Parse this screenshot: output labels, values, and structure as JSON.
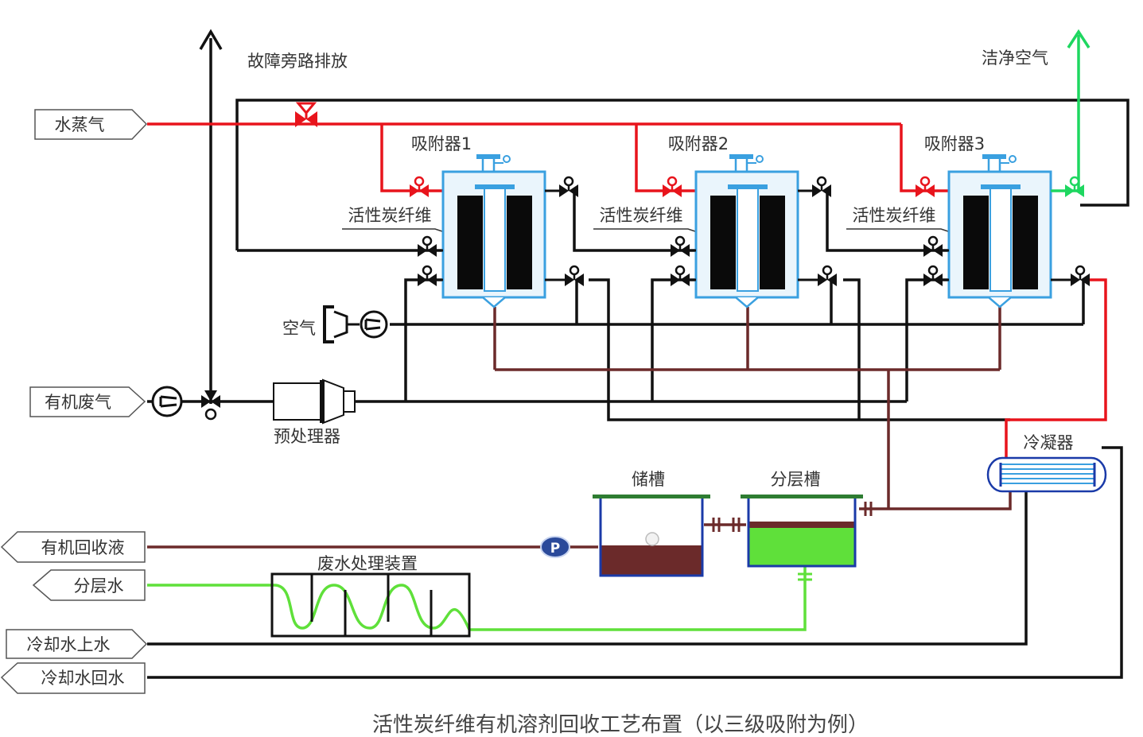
{
  "caption": "活性炭纤维有机溶剂回收工艺布置（以三级吸附为例）",
  "labels": {
    "bypass": "故障旁路排放",
    "clean_air": "洁净空气",
    "adsorber1": "吸附器1",
    "adsorber2": "吸附器2",
    "adsorber3": "吸附器3",
    "acf": "活性炭纤维",
    "air": "空气",
    "pretreater": "预处理器",
    "condenser": "冷凝器",
    "storage_tank": "储槽",
    "separator_tank": "分层槽",
    "wastewater_unit": "废水处理装置"
  },
  "inlets": {
    "steam": "水蒸气",
    "organic_gas": "有机废气",
    "cooling_supply": "冷却水上水"
  },
  "outlets": {
    "organic_liquid": "有机回收液",
    "layer_water": "分层水",
    "cooling_return": "冷却水回水"
  },
  "pump_letter": "P",
  "colors": {
    "steam": "#e8141c",
    "clean_air": "#1ed760",
    "recovered_liquid": "#6b2a2a",
    "layer_water": "#5fe03a",
    "process": "#111111",
    "vessel": "#3aa0e0",
    "vessel_fill": "#eaf5fc",
    "acf_bed": "#0a0a0a",
    "tank_outline": "#1a3aa8",
    "tank_lid": "#2e7d32",
    "pump": "#2b4a9a"
  }
}
